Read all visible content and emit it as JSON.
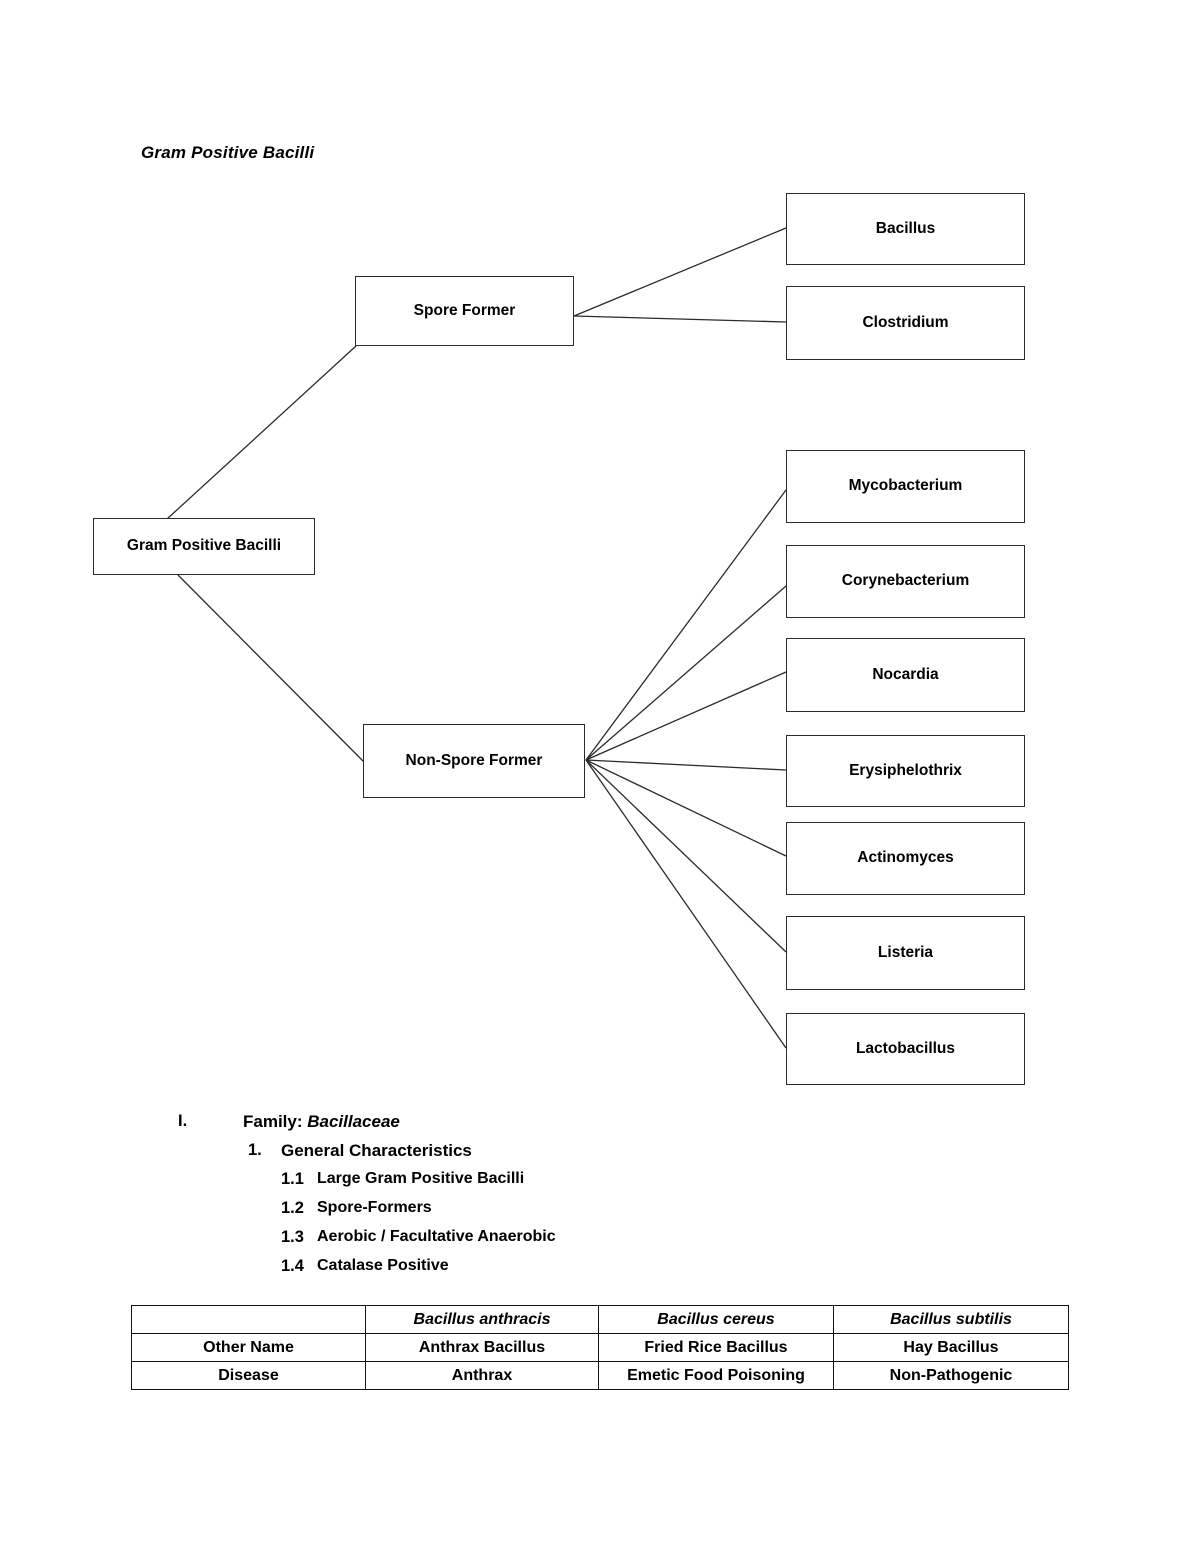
{
  "document": {
    "title": "Gram Positive Bacilli"
  },
  "diagram": {
    "root": {
      "label": "Gram Positive Bacilli"
    },
    "branches": [
      {
        "label": "Spore Former"
      },
      {
        "label": "Non-Spore Former"
      }
    ],
    "spore_former_children": [
      {
        "label": "Bacillus"
      },
      {
        "label": "Clostridium"
      }
    ],
    "non_spore_former_children": [
      {
        "label": "Mycobacterium"
      },
      {
        "label": "Corynebacterium"
      },
      {
        "label": "Nocardia"
      },
      {
        "label": "Erysiphelothrix"
      },
      {
        "label": "Actinomyces"
      },
      {
        "label": "Listeria"
      },
      {
        "label": "Lactobacillus"
      }
    ]
  },
  "outline": [
    {
      "marker": "I.",
      "text_prefix": "Family: ",
      "text_italic": "Bacillaceae",
      "level": 1
    },
    {
      "marker": "1.",
      "text_prefix": "General Characteristics",
      "text_italic": "",
      "level": 2
    },
    {
      "marker": "1.1",
      "text_prefix": "Large Gram Positive Bacilli",
      "text_italic": "",
      "level": 3
    },
    {
      "marker": "1.2",
      "text_prefix": "Spore-Formers",
      "text_italic": "",
      "level": 3
    },
    {
      "marker": "1.3",
      "text_prefix": "Aerobic / Facultative Anaerobic",
      "text_italic": "",
      "level": 3
    },
    {
      "marker": "1.4",
      "text_prefix": "Catalase Positive",
      "text_italic": "",
      "level": 3
    }
  ],
  "table": {
    "header": [
      "",
      "Bacillus anthracis",
      "Bacillus cereus",
      "Bacillus subtilis"
    ],
    "rows": [
      [
        "Other Name",
        "Anthrax Bacillus",
        "Fried Rice Bacillus",
        "Hay Bacillus"
      ],
      [
        "Disease",
        "Anthrax",
        "Emetic Food Poisoning",
        "Non-Pathogenic"
      ]
    ]
  },
  "colors": {
    "line": "#2b2b2b",
    "text": "#000000",
    "background": "#ffffff"
  }
}
